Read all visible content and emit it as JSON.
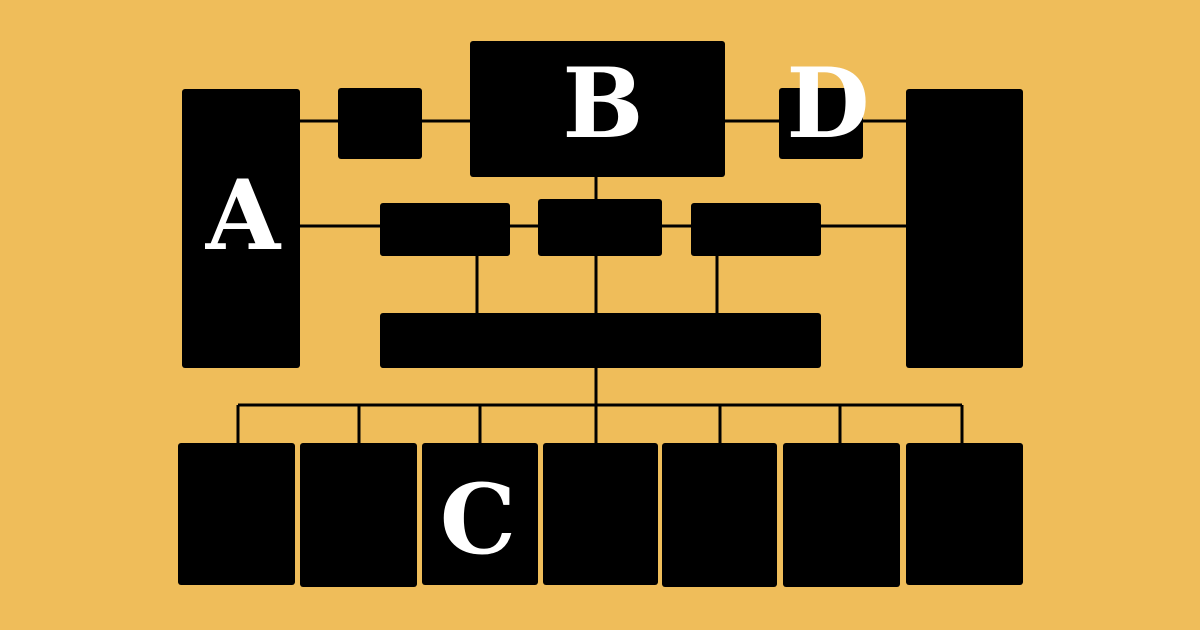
{
  "diagram": {
    "background_color": "#EFBD5A",
    "node_color": "#000000",
    "label_color": "#FFFFFF",
    "labels": {
      "a": "A",
      "b": "B",
      "c": "C",
      "d": "D"
    }
  }
}
